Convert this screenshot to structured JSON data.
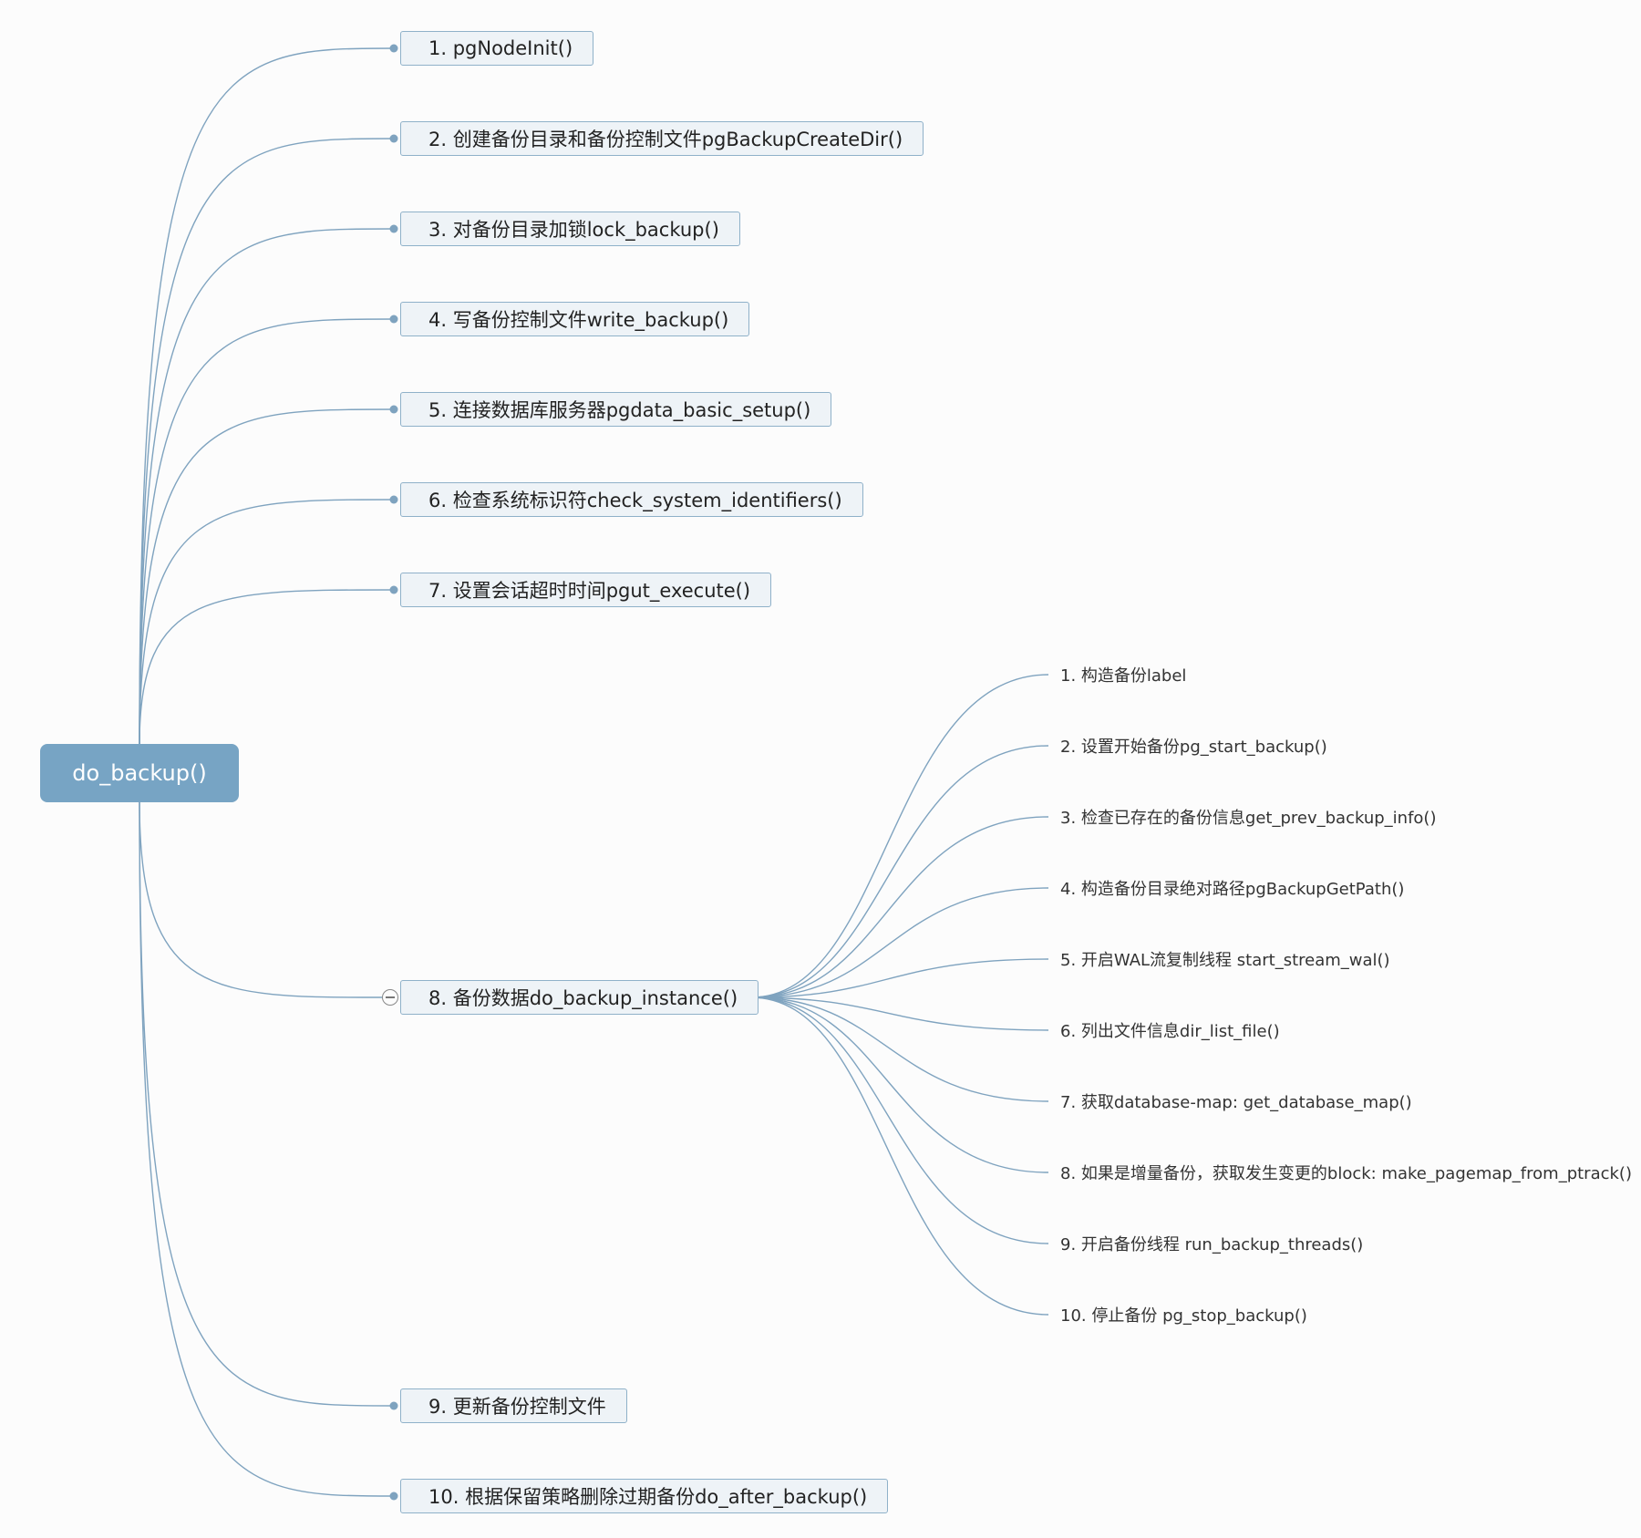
{
  "colors": {
    "root_fill": "#77a4c4",
    "connector": "#7fa3bf",
    "node_fill": "#eef3f7",
    "node_border": "#8fb1c9"
  },
  "root": {
    "label": "do_backup()"
  },
  "branches": [
    {
      "label": "1. pgNodeInit()"
    },
    {
      "label": "2. 创建备份目录和备份控制文件pgBackupCreateDir()"
    },
    {
      "label": "3. 对备份目录加锁lock_backup()"
    },
    {
      "label": "4. 写备份控制文件write_backup()"
    },
    {
      "label": "5. 连接数据库服务器pgdata_basic_setup()"
    },
    {
      "label": "6. 检查系统标识符check_system_identifiers()"
    },
    {
      "label": "7. 设置会话超时时间pgut_execute()"
    },
    {
      "label": "8. 备份数据do_backup_instance()",
      "collapse_icon": "collapse-minus-icon"
    },
    {
      "label": "9. 更新备份控制文件"
    },
    {
      "label": "10. 根据保留策略删除过期备份do_after_backup()"
    }
  ],
  "sub_branches": [
    {
      "label": "1. 构造备份label"
    },
    {
      "label": "2. 设置开始备份pg_start_backup()"
    },
    {
      "label": "3. 检查已存在的备份信息get_prev_backup_info()"
    },
    {
      "label": "4. 构造备份目录绝对路径pgBackupGetPath()"
    },
    {
      "label": "5. 开启WAL流复制线程 start_stream_wal()"
    },
    {
      "label": "6. 列出文件信息dir_list_file()"
    },
    {
      "label": "7. 获取database-map: get_database_map()"
    },
    {
      "label": "8. 如果是增量备份，获取发生变更的block: make_pagemap_from_ptrack()"
    },
    {
      "label": "9. 开启备份线程 run_backup_threads()"
    },
    {
      "label": "10. 停止备份 pg_stop_backup()"
    }
  ]
}
